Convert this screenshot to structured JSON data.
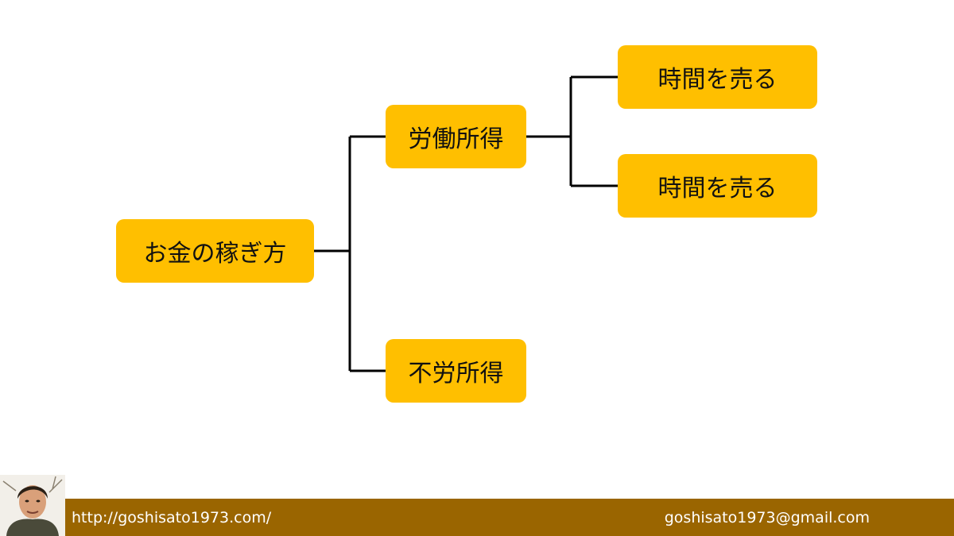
{
  "diagram": {
    "root": {
      "label": "お金の稼ぎ方"
    },
    "branches": [
      {
        "label": "労働所得",
        "children": [
          {
            "label": "時間を売る"
          },
          {
            "label": "時間を売る"
          }
        ]
      },
      {
        "label": "不労所得",
        "children": []
      }
    ],
    "colors": {
      "node_fill": "#FFBF00",
      "connector": "#000000"
    }
  },
  "footer": {
    "url": "http://goshisato1973.com/",
    "email": "goshisato1973@gmail.com",
    "bar_color": "#9A6500"
  }
}
